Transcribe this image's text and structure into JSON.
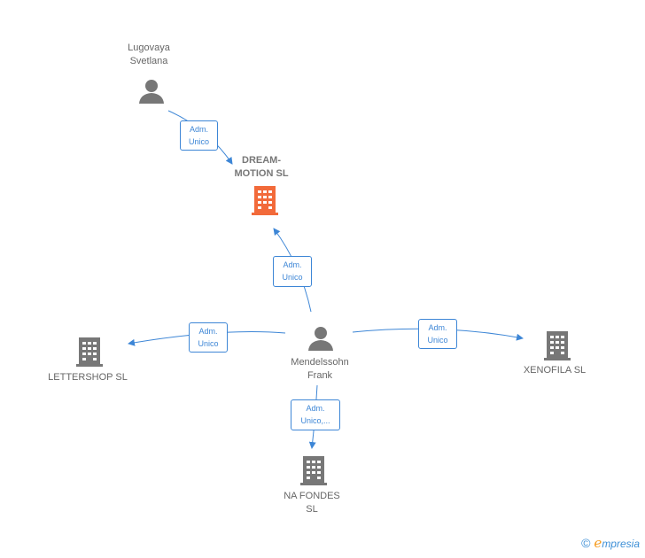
{
  "nodes": {
    "lugovaya": {
      "label": "Lugovaya\nSvetlana"
    },
    "dream_motion": {
      "label": "DREAM-\nMOTION  SL"
    },
    "mendelssohn": {
      "label": "Mendelssohn\nFrank"
    },
    "lettershop": {
      "label": "LETTERSHOP SL"
    },
    "xenofila": {
      "label": "XENOFILA  SL"
    },
    "na_fondes": {
      "label": "NA FONDES\nSL"
    }
  },
  "edges": {
    "lugovaya_to_dream": {
      "label": "Adm.\nUnico"
    },
    "mendelssohn_to_dream": {
      "label": "Adm.\nUnico"
    },
    "mendelssohn_to_lettershop": {
      "label": "Adm.\nUnico"
    },
    "mendelssohn_to_xenofila": {
      "label": "Adm.\nUnico"
    },
    "mendelssohn_to_nafondes": {
      "label": "Adm.\nUnico,..."
    }
  },
  "colors": {
    "edge": "#3d86d6",
    "person": "#777777",
    "company": "#777777",
    "focus_company": "#f26a3a"
  },
  "brand": {
    "copyright": "©",
    "e": "e",
    "rest": "mpresia"
  }
}
